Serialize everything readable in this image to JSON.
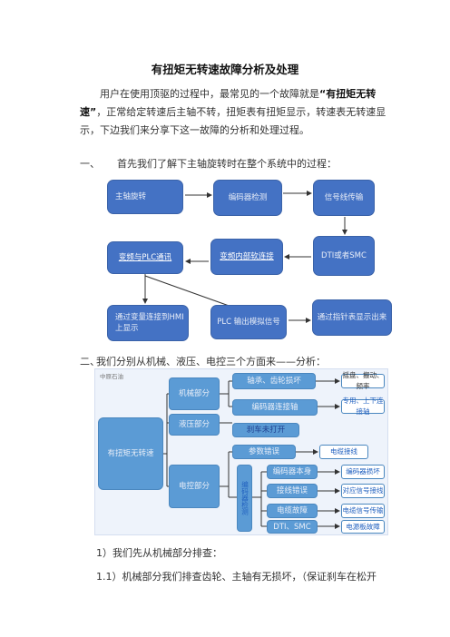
{
  "doc": {
    "title": "有扭矩无转速故障分析及处理",
    "intro_part1": "用户在使用顶驱的过程中，最常见的一个故障就是",
    "intro_bold": "“有扭矩无转速”",
    "intro_part2": "，正常给定转速后主轴不转，扭矩表有扭矩显示，转速表无转速显示，下边我们来分享下这一故障的分析和处理过程。",
    "section1_num": "一、",
    "section1_text": "首先我们了解下主轴旋转时在整个系统中的过程：",
    "section2_num": "二、",
    "section2_text": "我们分别从机械、液压、电控三个方面来——分析：",
    "step1": "1）我们先从机械部分排查：",
    "step1_1": "1.1）机械部分我们排查齿轮、主轴有无损坏，（保证刹车在松开"
  },
  "flow": {
    "spindle": "主轴旋转",
    "encoder": "编码器检测",
    "signal": "信号线传输",
    "dti": "DTI或者SMC",
    "inverter_internal": "变频内部软连接",
    "inverter_plc": "变频与PLC通讯",
    "variable_hmi": "通过变量连接到HMI上显示",
    "plc_analog": "PLC 输出模拟信号",
    "pointer_display": "通过指针表显示出来"
  },
  "tree": {
    "watermark": "中原石油",
    "root": "有扭矩无转速",
    "mech": "机械部分",
    "hydraulic": "液压部分",
    "electric": "电控部分",
    "bearing": "轴承、齿轮损坏",
    "encoder_conn": "编码器连接轴",
    "brake": "刹车未打开",
    "param_error": "参数错误",
    "check_signal": "编码器检测",
    "enc_self": "编码器本身",
    "wiring": "接线错误",
    "cable_fault": "电缆故障",
    "dti_smc": "DTI、SMC",
    "r_inspect": "摇盘、搬动、频率",
    "r_special": "专用、上下连接轴",
    "r_cable": "电缆接线",
    "r_enc_damage": "编码器损坏",
    "r_signal_wire": "对应信号接线",
    "r_signal_check": "电缆信号传输",
    "r_board": "电源板故障"
  }
}
